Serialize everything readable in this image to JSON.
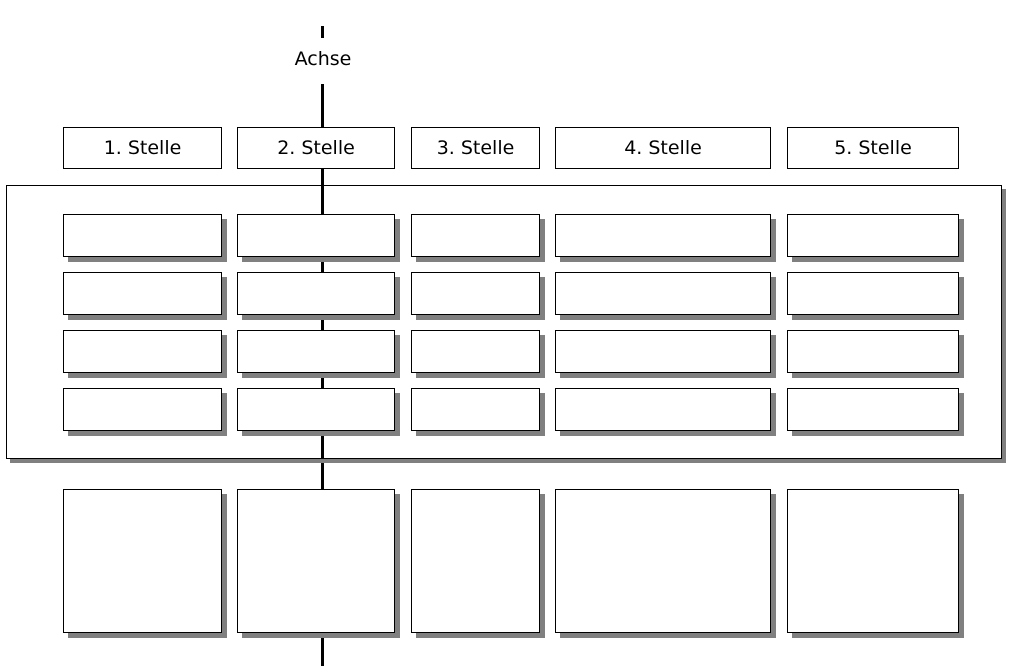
{
  "axis": {
    "label": "Achse"
  },
  "columns": [
    {
      "label": "1. Stelle"
    },
    {
      "label": "2. Stelle"
    },
    {
      "label": "3. Stelle"
    },
    {
      "label": "4. Stelle"
    },
    {
      "label": "5. Stelle"
    }
  ],
  "colors": {
    "stroke": "#000000",
    "shadow": "#808080",
    "fill": "#ffffff"
  }
}
